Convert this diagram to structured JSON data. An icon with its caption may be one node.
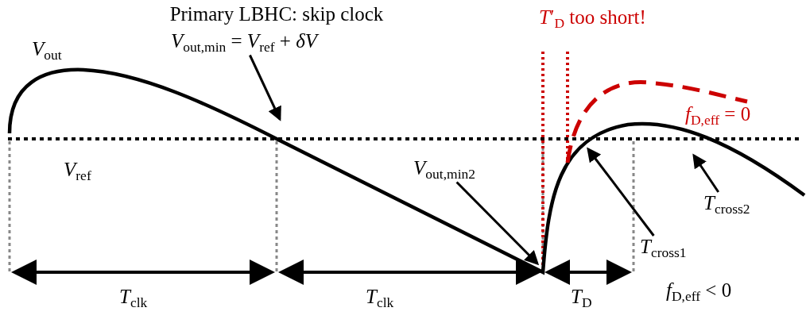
{
  "diagram": {
    "title": "Primary LBHC: skip clock",
    "nodes": [
      {
        "text": [
          "*V*$_{out,min}$ = *V*$_{ref}$ + *δV*"
        ]
      },
      {
        "text": [
          "*V*$_{out,min2}$"
        ]
      },
      {
        "text": [
          "*T*$_{cross1}$"
        ]
      },
      {
        "text": [
          "*T*$_{cross2}$"
        ]
      }
    ],
    "edges": [
      {
        "from": 0,
        "to": null,
        "arrow": "to"
      },
      {
        "from": 1,
        "to": null,
        "arrow": "to"
      },
      {
        "from": 2,
        "to": null,
        "arrow": "to"
      },
      {
        "from": 3,
        "to": null,
        "arrow": "to"
      }
    ],
    "labels": [
      "*V*$_{out}$",
      "*T*′$_{D}$ too short!",
      "*f*$_{D,eff}$ = 0",
      "*V*$_{ref}$",
      "*T*$_{clk}$",
      "*T*$_{clk}$",
      "*T*$_{D}$",
      "*f*$_{D,eff}$ < 0"
    ]
  }
}
